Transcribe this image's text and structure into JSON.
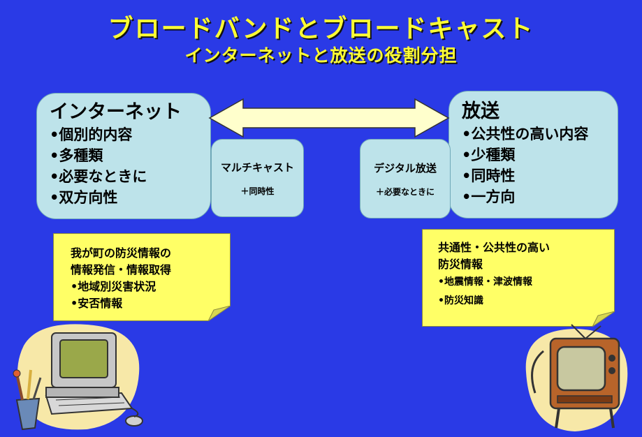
{
  "title": "ブロードバンドとブロードキャスト",
  "subtitle": "インターネットと放送の役割分担",
  "internet": {
    "heading": "インターネット",
    "items": [
      "•個別的内容",
      "•多種類",
      "•必要なときに",
      "•双方向性"
    ]
  },
  "broadcast": {
    "heading": "放送",
    "items": [
      "•公共性の高い内容",
      "•少種類",
      "•同時性",
      "•一方向"
    ]
  },
  "multicast": {
    "heading": "マルチキャスト",
    "sub": "＋同時性"
  },
  "digital_broadcast": {
    "heading": "デジタル放送",
    "sub": "＋必要なときに"
  },
  "note_left": {
    "lines": [
      "我が町の防災情報の",
      "情報発信・情報取得"
    ],
    "bullets": [
      "•地域別災害状況",
      "•安否情報"
    ]
  },
  "note_right": {
    "lines": [
      "共通性・公共性の高い",
      "防災情報"
    ],
    "bullets": [
      "•地震情報・津波情報",
      "•防災知識"
    ]
  },
  "colors": {
    "background": "#2a3ae6",
    "title": "#ffff33",
    "box": "#bde3ea",
    "note": "#ffff66",
    "arrow": "#ffffcc"
  },
  "icons": [
    "double-arrow-icon",
    "computer-clipart-icon",
    "television-clipart-icon"
  ]
}
